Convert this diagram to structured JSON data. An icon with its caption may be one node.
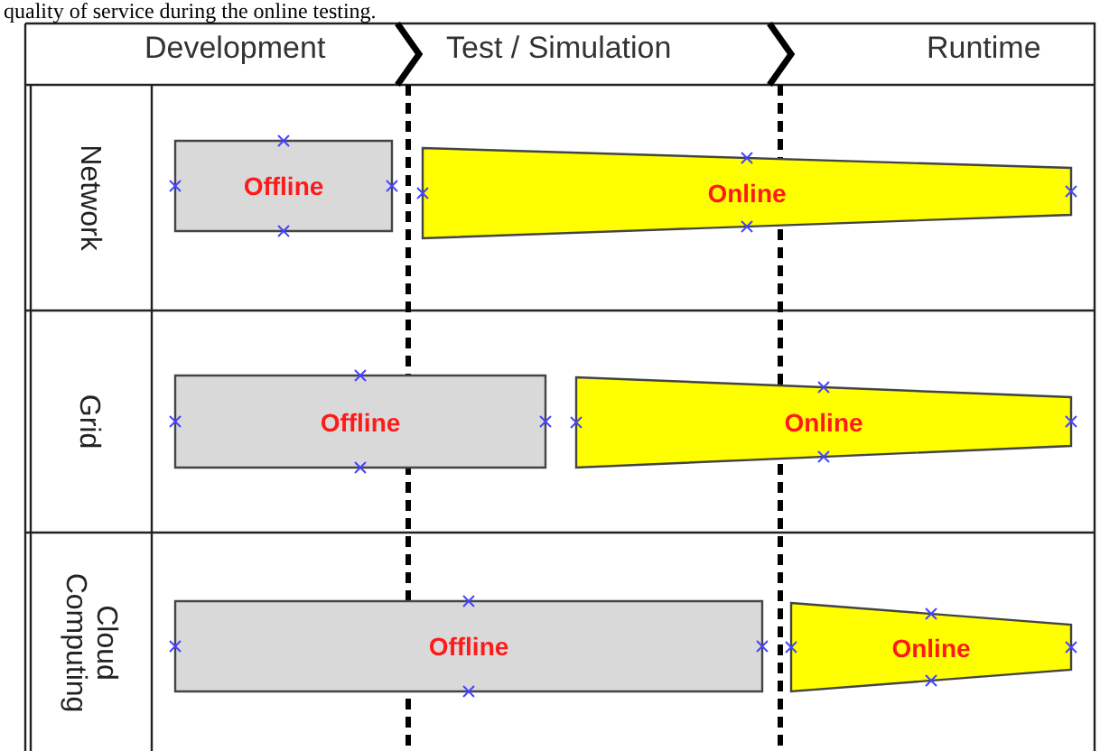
{
  "diagram": {
    "nodes": [
      {
        "text": [
          "Offline"
        ]
      },
      {
        "text": [
          "Online"
        ]
      },
      {
        "text": [
          "Offline"
        ]
      },
      {
        "text": [
          "Online"
        ]
      },
      {
        "text": [
          "Offline"
        ]
      },
      {
        "text": [
          "Online"
        ]
      }
    ],
    "labels": [
      "quality of service during the online testing.",
      "Development",
      "Test / Simulation",
      "Runtime",
      "Network",
      "Grid",
      "Cloud Computing"
    ]
  }
}
